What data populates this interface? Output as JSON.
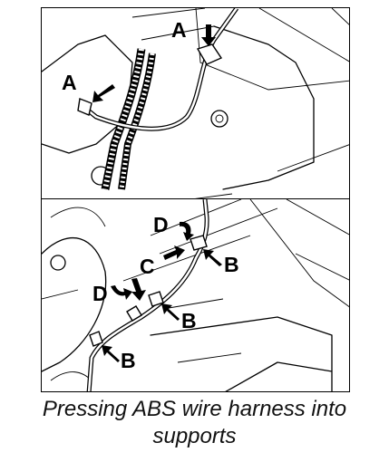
{
  "figure": {
    "callouts": {
      "a": "A",
      "b": "B",
      "c": "C",
      "d": "D"
    },
    "caption_line1": "Pressing ABS wire harness into",
    "caption_line2": "supports"
  }
}
